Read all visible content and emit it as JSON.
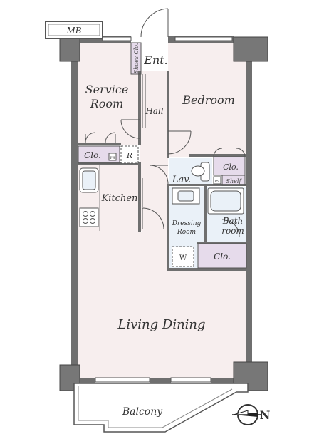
{
  "colors": {
    "room_fill": "#f7eeee",
    "wall": "#6f6f6f",
    "wall_dark": "#555555",
    "wet_fill": "#eaf1f8",
    "closet_fill": "#e6dbeb",
    "line": "#444444"
  },
  "meter_box": "MB",
  "rooms": {
    "service_room": [
      "Service",
      "Room"
    ],
    "bedroom": "Bedroom",
    "hall": "Hall",
    "entrance": "Ent.",
    "shoes_closet": "Shoes Clo.",
    "kitchen": "Kitchen",
    "living_dining": "Living Dining",
    "lavatory": "Lav.",
    "dressing_room": [
      "Dressing",
      "Room"
    ],
    "bathroom": [
      "Bath",
      "room"
    ],
    "balcony": "Balcony"
  },
  "storage": {
    "closet_service": "Clo.",
    "refrigerator": "R",
    "closet_lav": "Clo.",
    "shelf": "Shelf",
    "closet_dressing": "Clo.",
    "washer": "W",
    "ps_left": "PS",
    "ps_right": "PS"
  },
  "compass": {
    "north_label": "N",
    "icon": "compass-north-arrow-icon"
  }
}
